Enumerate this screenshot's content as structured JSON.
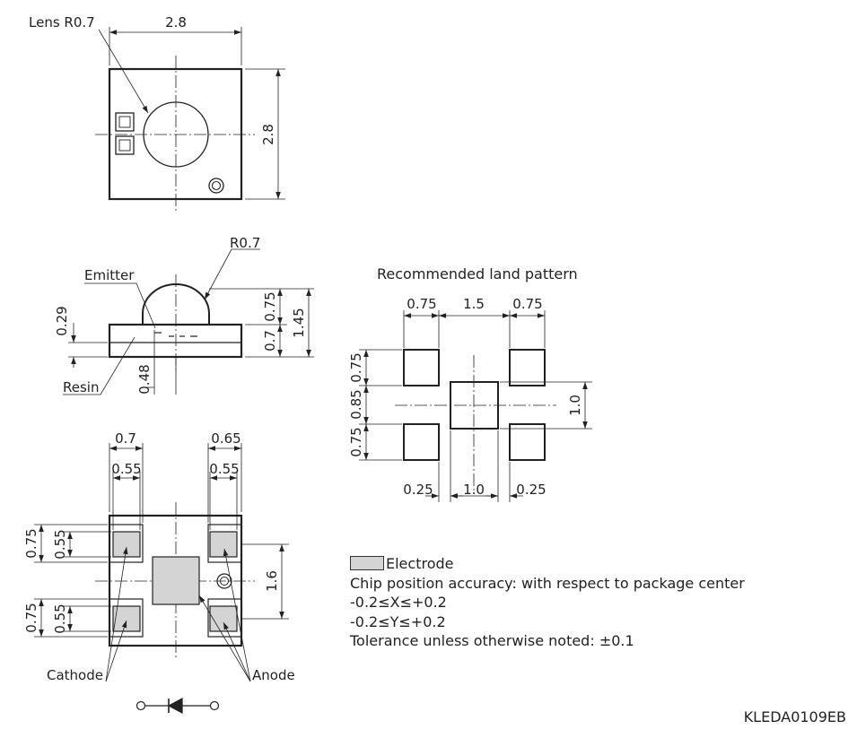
{
  "top_view": {
    "lens_label": "Lens R0.7",
    "width_dim": "2.8",
    "height_dim": "2.8"
  },
  "side_view": {
    "radius_label": "R0.7",
    "emitter_label": "Emitter",
    "resin_label": "Resin",
    "dim_029": "0.29",
    "dim_048": "0.48",
    "dim_075": "0.75",
    "dim_07": "0.7",
    "dim_145": "1.45"
  },
  "bottom_view": {
    "dim_07": "0.7",
    "dim_065": "0.65",
    "dim_055_left": "0.55",
    "dim_055_right": "0.55",
    "dim_075_upper": "0.75",
    "dim_055_upper": "0.55",
    "dim_075_lower": "0.75",
    "dim_055_lower": "0.55",
    "dim_16": "1.6",
    "cathode_label": "Cathode",
    "anode_label": "Anode"
  },
  "land_pattern": {
    "title": "Recommended land pattern",
    "dim_top_left": "0.75",
    "dim_top_mid": "1.5",
    "dim_top_right": "0.75",
    "dim_left_top": "0.75",
    "dim_left_mid": "0.85",
    "dim_left_bottom": "0.75",
    "dim_right": "1.0",
    "dim_bottom_left": "0.25",
    "dim_bottom_mid": "1.0",
    "dim_bottom_right": "0.25"
  },
  "notes": {
    "legend_label": "Electrode",
    "line1": "Chip position accuracy: with respect to package center",
    "line2": "-0.2≤X≤+0.2",
    "line3": "-0.2≤Y≤+0.2",
    "line4": "Tolerance unless otherwise noted: ±0.1"
  },
  "document_id": "KLEDA0109EB",
  "colors": {
    "line": "#222222",
    "electrode": "#d4d4d4",
    "background": "#ffffff"
  }
}
